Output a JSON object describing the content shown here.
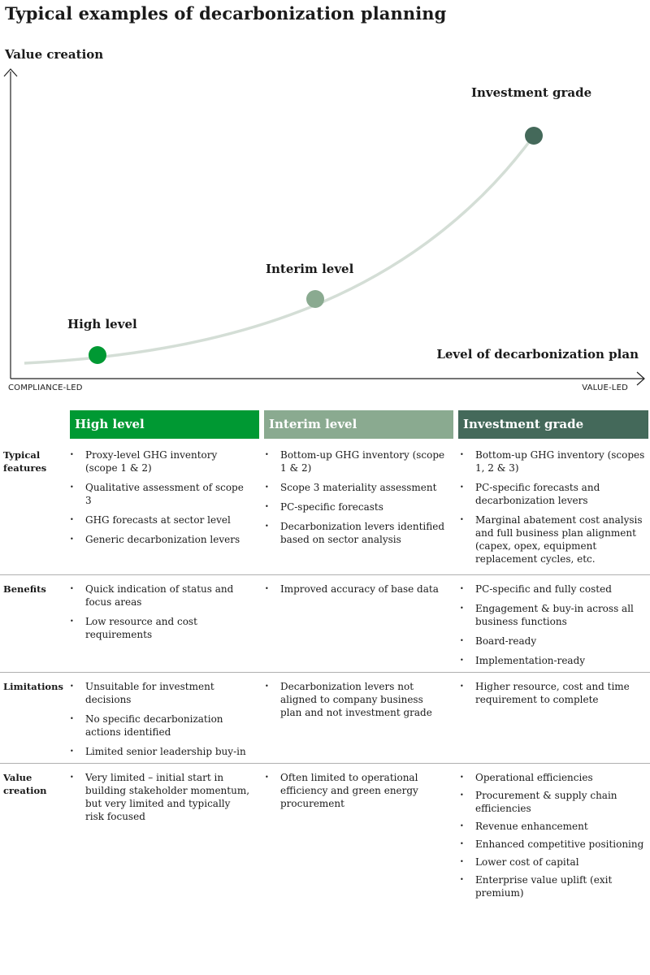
{
  "title": "Typical examples of decarbonization planning",
  "chart": {
    "y_label": "Value creation",
    "x_label": "Level of decarbonization plan",
    "x_start": "COMPLIANCE-LED",
    "x_end": "VALUE-LED",
    "points": [
      {
        "label": "High level",
        "color": "#009933"
      },
      {
        "label": "Interim level",
        "color": "#8aaa90"
      },
      {
        "label": "Investment grade",
        "color": "#44695a"
      }
    ],
    "curve_color": "#d4ded6",
    "axis_color": "#222222"
  },
  "columns": [
    {
      "label": "High level",
      "color": "#009933"
    },
    {
      "label": "Interim level",
      "color": "#8aaa90"
    },
    {
      "label": "Investment grade",
      "color": "#44695a"
    }
  ],
  "rows": [
    {
      "label": "Typical features",
      "cells": [
        [
          "Proxy-level GHG inventory (scope 1 & 2)",
          "Qualitative assessment of scope 3",
          "GHG forecasts at sector level",
          "Generic decarbonization levers"
        ],
        [
          "Bottom-up GHG inventory  (scope 1 & 2)",
          "Scope 3 materiality assessment",
          "PC-specific forecasts",
          "Decarbonization levers identified based on sector analysis"
        ],
        [
          "Bottom-up GHG inventory (scopes 1, 2 & 3)",
          "PC-specific forecasts and decarbonization levers",
          "Marginal abatement cost analysis and full business plan alignment (capex, opex, equipment replacement cycles, etc."
        ]
      ]
    },
    {
      "label": "Benefits",
      "cells": [
        [
          "Quick indication of status and focus areas",
          "Low resource and cost requirements"
        ],
        [
          "Improved accuracy of base data"
        ],
        [
          "PC-specific and fully costed",
          "Engagement & buy-in across all business functions",
          "Board-ready",
          "Implementation-ready"
        ]
      ]
    },
    {
      "label": "Limitations",
      "cells": [
        [
          "Unsuitable for investment decisions",
          "No specific decarbonization actions identified",
          "Limited senior leadership buy-in"
        ],
        [
          "Decarbonization levers not aligned to company business plan and not  investment grade"
        ],
        [
          "Higher resource, cost and time requirement to complete"
        ]
      ]
    },
    {
      "label": "Value creation",
      "cells": [
        [
          "Very limited – initial start in building stakeholder momentum, but very limited and typically risk focused"
        ],
        [
          "Often limited to operational efficiency and green energy procurement"
        ],
        [
          "Operational efficiencies",
          "Procurement & supply chain efficiencies",
          "Revenue enhancement",
          "Enhanced competitive positioning",
          "Lower cost of capital",
          "Enterprise value uplift (exit premium)"
        ]
      ]
    }
  ]
}
